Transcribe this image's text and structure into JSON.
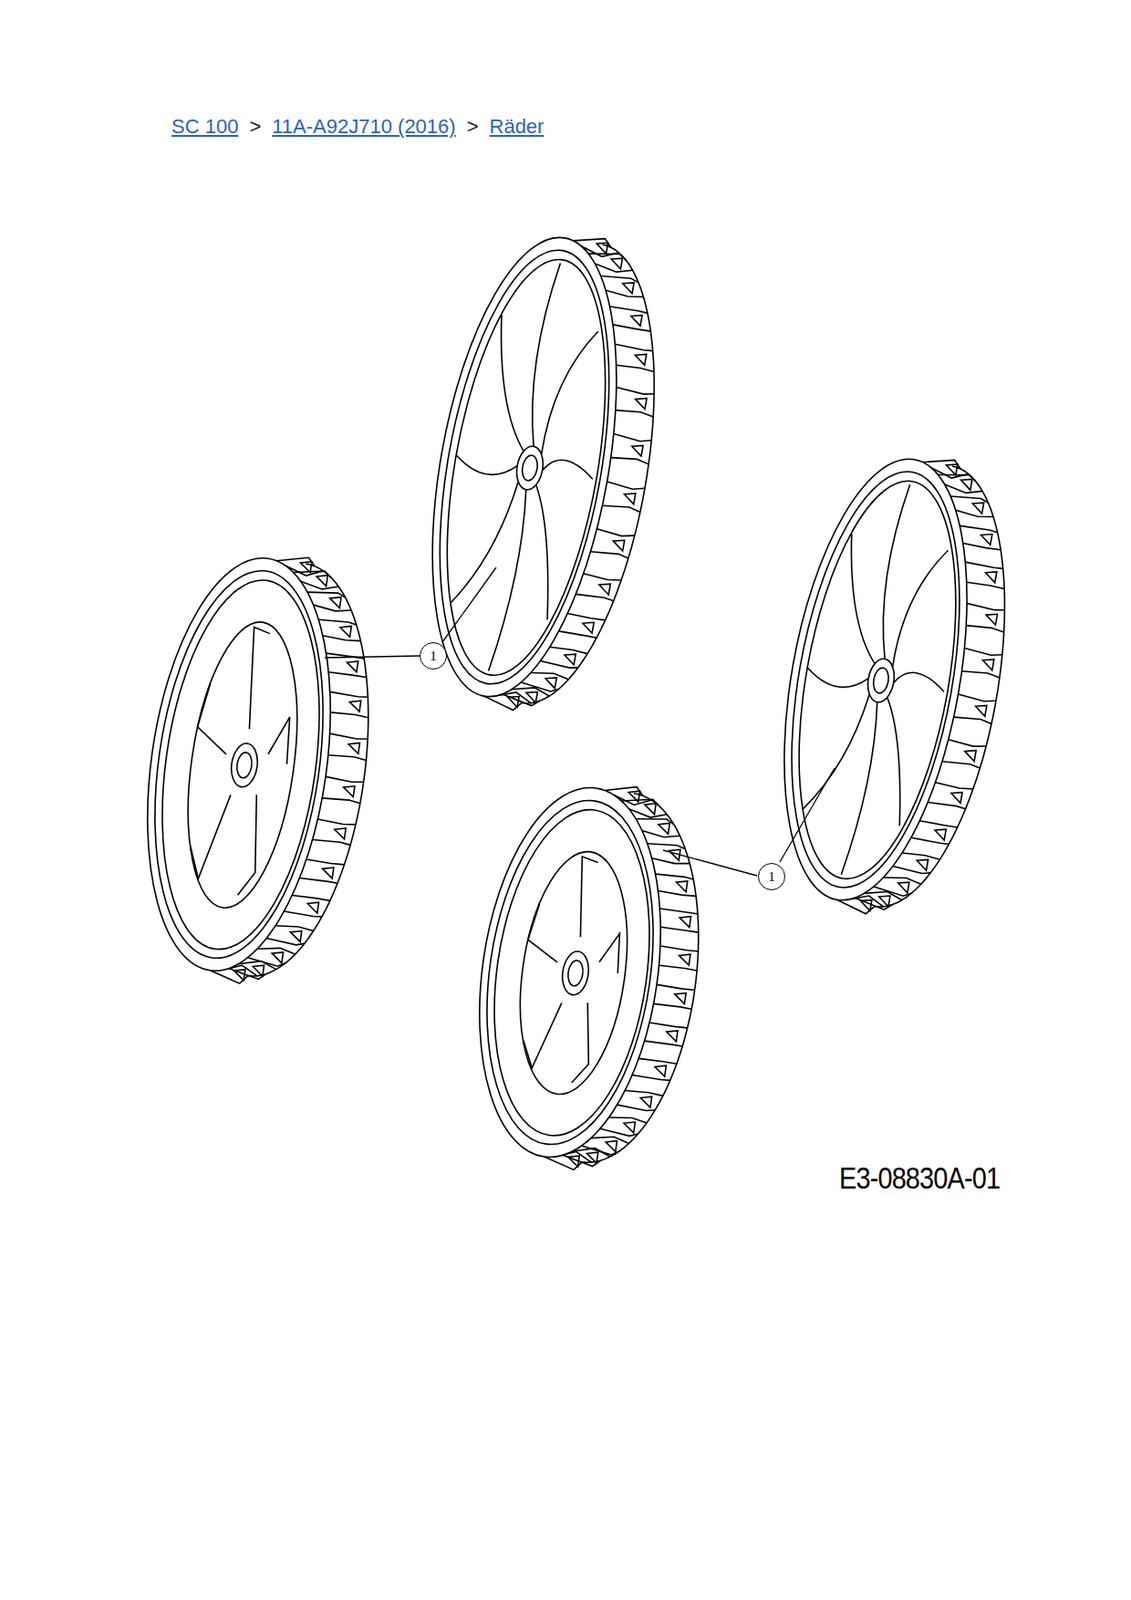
{
  "diagram": {
    "nodes": [
      {
        "text": [
          "1"
        ]
      },
      {
        "text": [
          "1"
        ]
      }
    ],
    "labels": [
      "SC 100",
      ">",
      "11A-A92J710 (2016)",
      ">",
      "Räder",
      "E3-08830A-01"
    ]
  }
}
